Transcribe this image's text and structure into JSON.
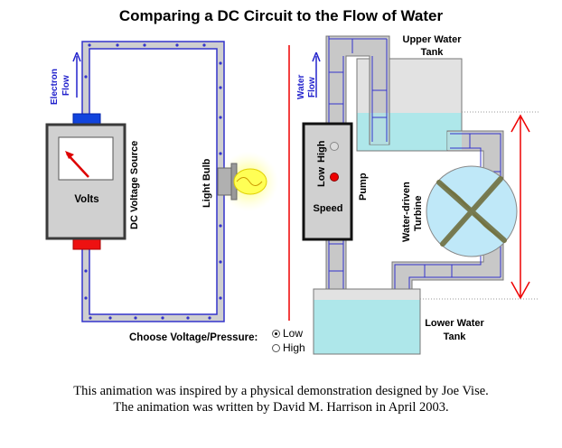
{
  "title": "Comparing a DC Circuit to the Flow of Water",
  "circuit": {
    "electron_flow_line1": "Electron",
    "electron_flow_line2": "Flow",
    "meter_label": "Volts",
    "source_label": "DC Voltage Source",
    "bulb_label": "Light Bulb"
  },
  "water": {
    "water_flow_line1": "Water",
    "water_flow_line2": "Flow",
    "upper_tank_line1": "Upper Water",
    "upper_tank_line2": "Tank",
    "pump_label": "Pump",
    "speed_high": "High",
    "speed_low": "Low",
    "speed_label": "Speed",
    "turbine_line1": "Water-driven",
    "turbine_line2": "Turbine",
    "lower_tank_line1": "Lower Water",
    "lower_tank_line2": "Tank"
  },
  "controls": {
    "choose_label": "Choose Voltage/Pressure:",
    "options": [
      {
        "label": "Low",
        "selected": true
      },
      {
        "label": "High",
        "selected": false
      }
    ]
  },
  "credits": {
    "line1": "This animation was inspired by a physical demonstration designed by Joe Vise.",
    "line2": "The animation was written by David M. Harrison in April 2003."
  },
  "colors": {
    "wire": "#3333cc",
    "pipe": "#c8c8c8",
    "water": "#aee7ea",
    "tank_empty": "#e2e2e2",
    "arrow_blue": "#2222cc",
    "pressure_red": "#ee0000",
    "turbine_disc": "#bfe8f8",
    "turbine_blades": "#8a8a55"
  }
}
